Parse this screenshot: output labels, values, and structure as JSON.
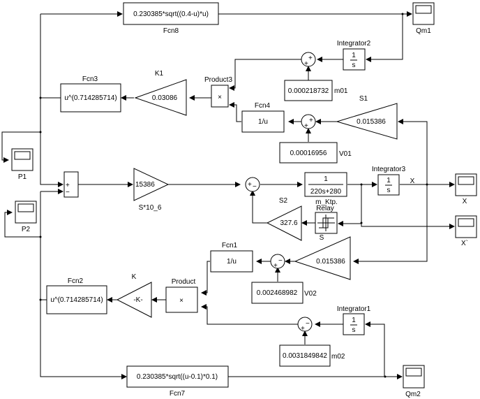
{
  "diagram": {
    "title": "Simulink block diagram",
    "blocks": {
      "fcn8": {
        "name": "Fcn8",
        "expr": "0.230385*sqrt((0.4-u)*u)"
      },
      "qm1": {
        "name": "Qm1"
      },
      "integrator2": {
        "name": "Integrator2",
        "num": "1",
        "den": "s"
      },
      "sum_m01": {
        "signs": [
          "+",
          "+"
        ]
      },
      "m01": {
        "name": "m01",
        "value": "0.000218732"
      },
      "fcn3": {
        "name": "Fcn3",
        "expr": "u^(0.714285714)"
      },
      "k1": {
        "name": "K1",
        "value": "0.03086"
      },
      "product3": {
        "name": "Product3",
        "symbol": "×"
      },
      "fcn4": {
        "name": "Fcn4",
        "expr": "1/u"
      },
      "sum_v01": {
        "signs": [
          "+",
          "+"
        ]
      },
      "s1": {
        "name": "S1",
        "value": "0.015386"
      },
      "v01": {
        "name": "V01",
        "value": "0.00016956"
      },
      "p1": {
        "name": "P1"
      },
      "p2": {
        "name": "P2"
      },
      "sum_p": {
        "signs": [
          "+",
          "−"
        ]
      },
      "gain_s": {
        "name": "S*10_6",
        "value": "15386"
      },
      "sum_main": {
        "signs": [
          "+",
          "−"
        ]
      },
      "tf": {
        "name": "m_Ktp.",
        "num": "1",
        "den": "220s+280"
      },
      "integrator3": {
        "name": "Integrator3",
        "num": "1",
        "den": "s"
      },
      "signal_x": {
        "label": "X"
      },
      "scope_x": {
        "name": "X"
      },
      "scope_xdot": {
        "name": "X`"
      },
      "s2": {
        "name": "S2",
        "value": "327.6"
      },
      "relay": {
        "name": "Relay",
        "sub": "S"
      },
      "fcn1": {
        "name": "Fcn1",
        "expr": "1/u"
      },
      "sum_v02": {
        "signs": [
          "−",
          "+"
        ]
      },
      "gain_v02": {
        "value": "0.015386"
      },
      "v02": {
        "name": "V02",
        "value": "0.002468982"
      },
      "fcn2": {
        "name": "Fcn2",
        "expr": "u^(0.714285714)"
      },
      "k": {
        "name": "K",
        "value": "-K-"
      },
      "product": {
        "name": "Product",
        "symbol": "×"
      },
      "integrator1": {
        "name": "Integrator1",
        "num": "1",
        "den": "s"
      },
      "sum_m02": {
        "signs": [
          "−",
          "+"
        ]
      },
      "m02": {
        "name": "m02",
        "value": "0.0031849842"
      },
      "fcn7": {
        "name": "Fcn7",
        "expr": "0.230385*sqrt((u-0.1)*0.1)"
      },
      "qm2": {
        "name": "Qm2"
      }
    }
  }
}
